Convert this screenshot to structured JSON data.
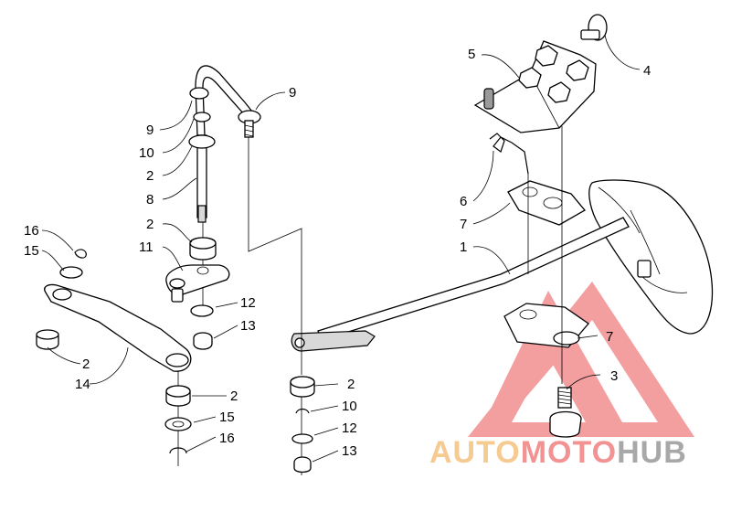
{
  "callouts": {
    "c1": "1",
    "c2a": "2",
    "c2b": "2",
    "c2c": "2",
    "c2d": "2",
    "c2e": "2",
    "c3": "3",
    "c4": "4",
    "c5": "5",
    "c6": "6",
    "c7a": "7",
    "c7b": "7",
    "c8": "8",
    "c9a": "9",
    "c9b": "9",
    "c10a": "10",
    "c10b": "10",
    "c11": "11",
    "c12a": "12",
    "c12b": "12",
    "c13a": "13",
    "c13b": "13",
    "c14": "14",
    "c15a": "15",
    "c15b": "15",
    "c16a": "16",
    "c16b": "16"
  },
  "watermark": {
    "part1": "AUTO",
    "part2": "MOTO",
    "part3": "HUB",
    "color_primary": "#f07f7f",
    "color_secondary": "#f4c27f",
    "color_tertiary": "#9a9a9a"
  }
}
